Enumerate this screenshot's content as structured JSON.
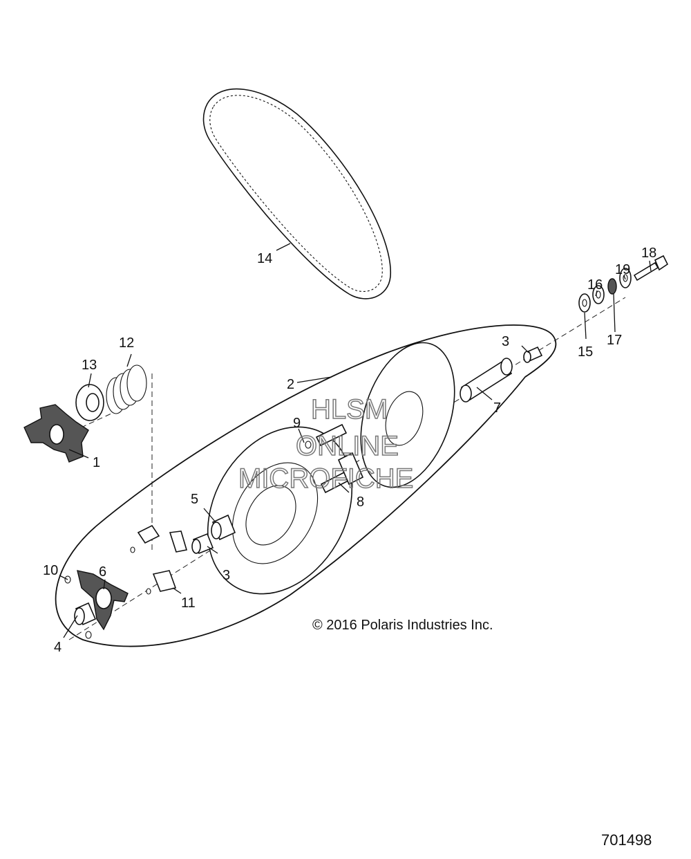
{
  "callouts": {
    "c1": "1",
    "c2": "2",
    "c3a": "3",
    "c3b": "3",
    "c4": "4",
    "c5": "5",
    "c6": "6",
    "c7": "7",
    "c8": "8",
    "c9": "9",
    "c10": "10",
    "c11": "11",
    "c12": "12",
    "c13": "13",
    "c14": "14",
    "c15": "15",
    "c16": "16",
    "c17": "17",
    "c18": "18",
    "c19": "19"
  },
  "watermark": {
    "line1": "HLSM",
    "line2": "ONLINE",
    "line3": "MICROFICHE"
  },
  "copyright": "© 2016 Polaris Industries Inc.",
  "diagram_number": "701498"
}
